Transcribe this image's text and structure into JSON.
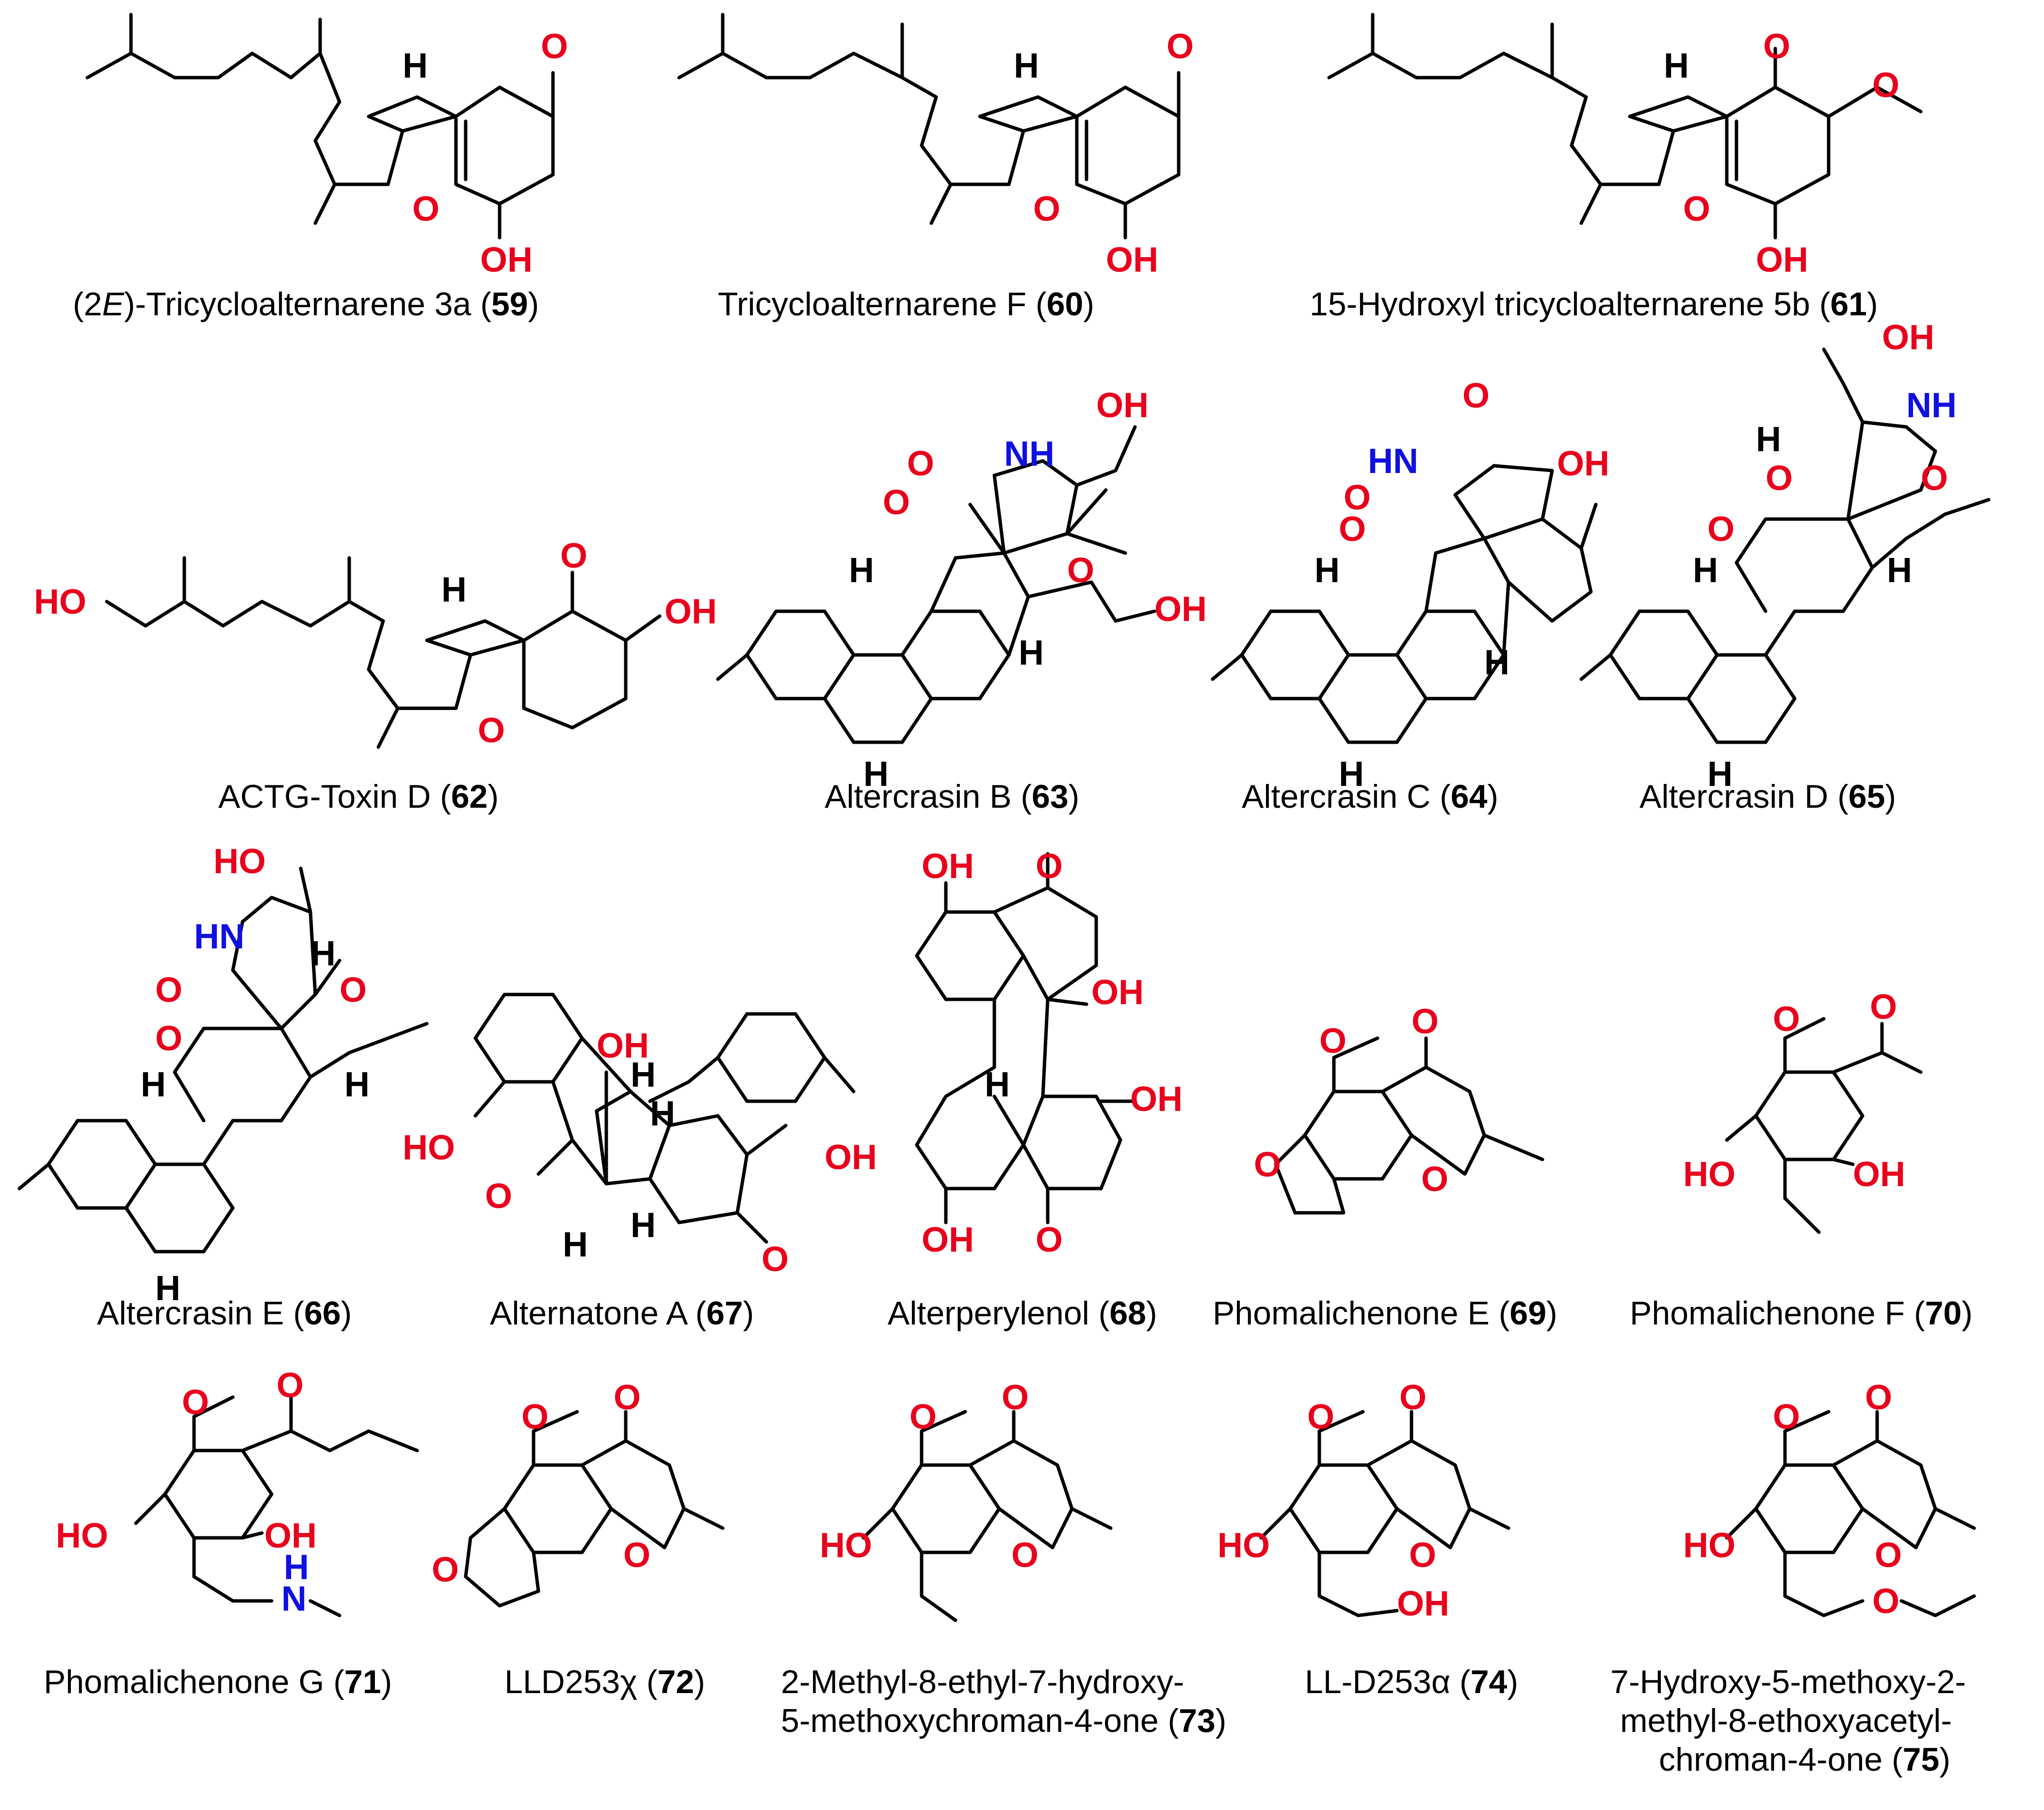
{
  "compounds": [
    {
      "number": "59",
      "name_prefix": "(2",
      "name_italic": "E",
      "name_suffix": ")-Tricycloalternarene 3a"
    },
    {
      "number": "60",
      "name": "Tricycloalternarene F"
    },
    {
      "number": "61",
      "name": "15-Hydroxyl tricycloalternarene 5b"
    },
    {
      "number": "62",
      "name": "ACTG-Toxin D"
    },
    {
      "number": "63",
      "name": "Altercrasin B"
    },
    {
      "number": "64",
      "name": "Altercrasin C"
    },
    {
      "number": "65",
      "name": "Altercrasin D"
    },
    {
      "number": "66",
      "name": "Altercrasin E"
    },
    {
      "number": "67",
      "name": "Alternatone A"
    },
    {
      "number": "68",
      "name": "Alterperylenol"
    },
    {
      "number": "69",
      "name": "Phomalichenone E"
    },
    {
      "number": "70",
      "name": "Phomalichenone F"
    },
    {
      "number": "71",
      "name": "Phomalichenone G"
    },
    {
      "number": "72",
      "name": "LLD253χ"
    },
    {
      "number": "73",
      "name_lines": [
        "2-Methyl-8-ethyl-7-hydroxy-",
        "5-methoxychroman-4-one"
      ]
    },
    {
      "number": "74",
      "name": "LL-D253α"
    },
    {
      "number": "75",
      "name_lines": [
        "7-Hydroxy-5-methoxy-2-",
        "methyl-8-ethoxyacetyl-",
        "chroman-4-one"
      ]
    }
  ],
  "atom_labels": {
    "oxygen": "O",
    "hydroxyl": "OH",
    "hydroxyl_left": "HO",
    "hydrogen": "H",
    "amine": "NH",
    "amine_left": "HN",
    "nitrogen": "N"
  },
  "colors": {
    "oxygen": "#e8001c",
    "nitrogen": "#1010e0",
    "bond": "#000000"
  }
}
